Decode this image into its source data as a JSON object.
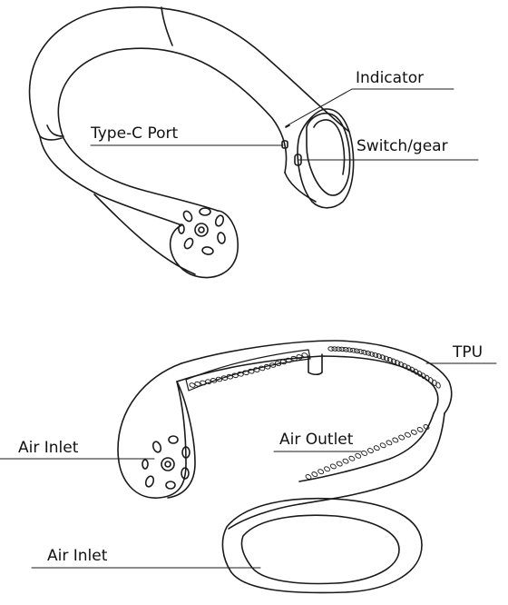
{
  "diagram": {
    "line_color": "#1a1a1a",
    "labels": {
      "indicator": "Indicator",
      "type_c_port": "Type-C Port",
      "switch_gear": "Switch/gear",
      "tpu": "TPU",
      "air_inlet_left": "Air Inlet",
      "air_outlet": "Air Outlet",
      "air_inlet_bottom": "Air Inlet"
    }
  }
}
